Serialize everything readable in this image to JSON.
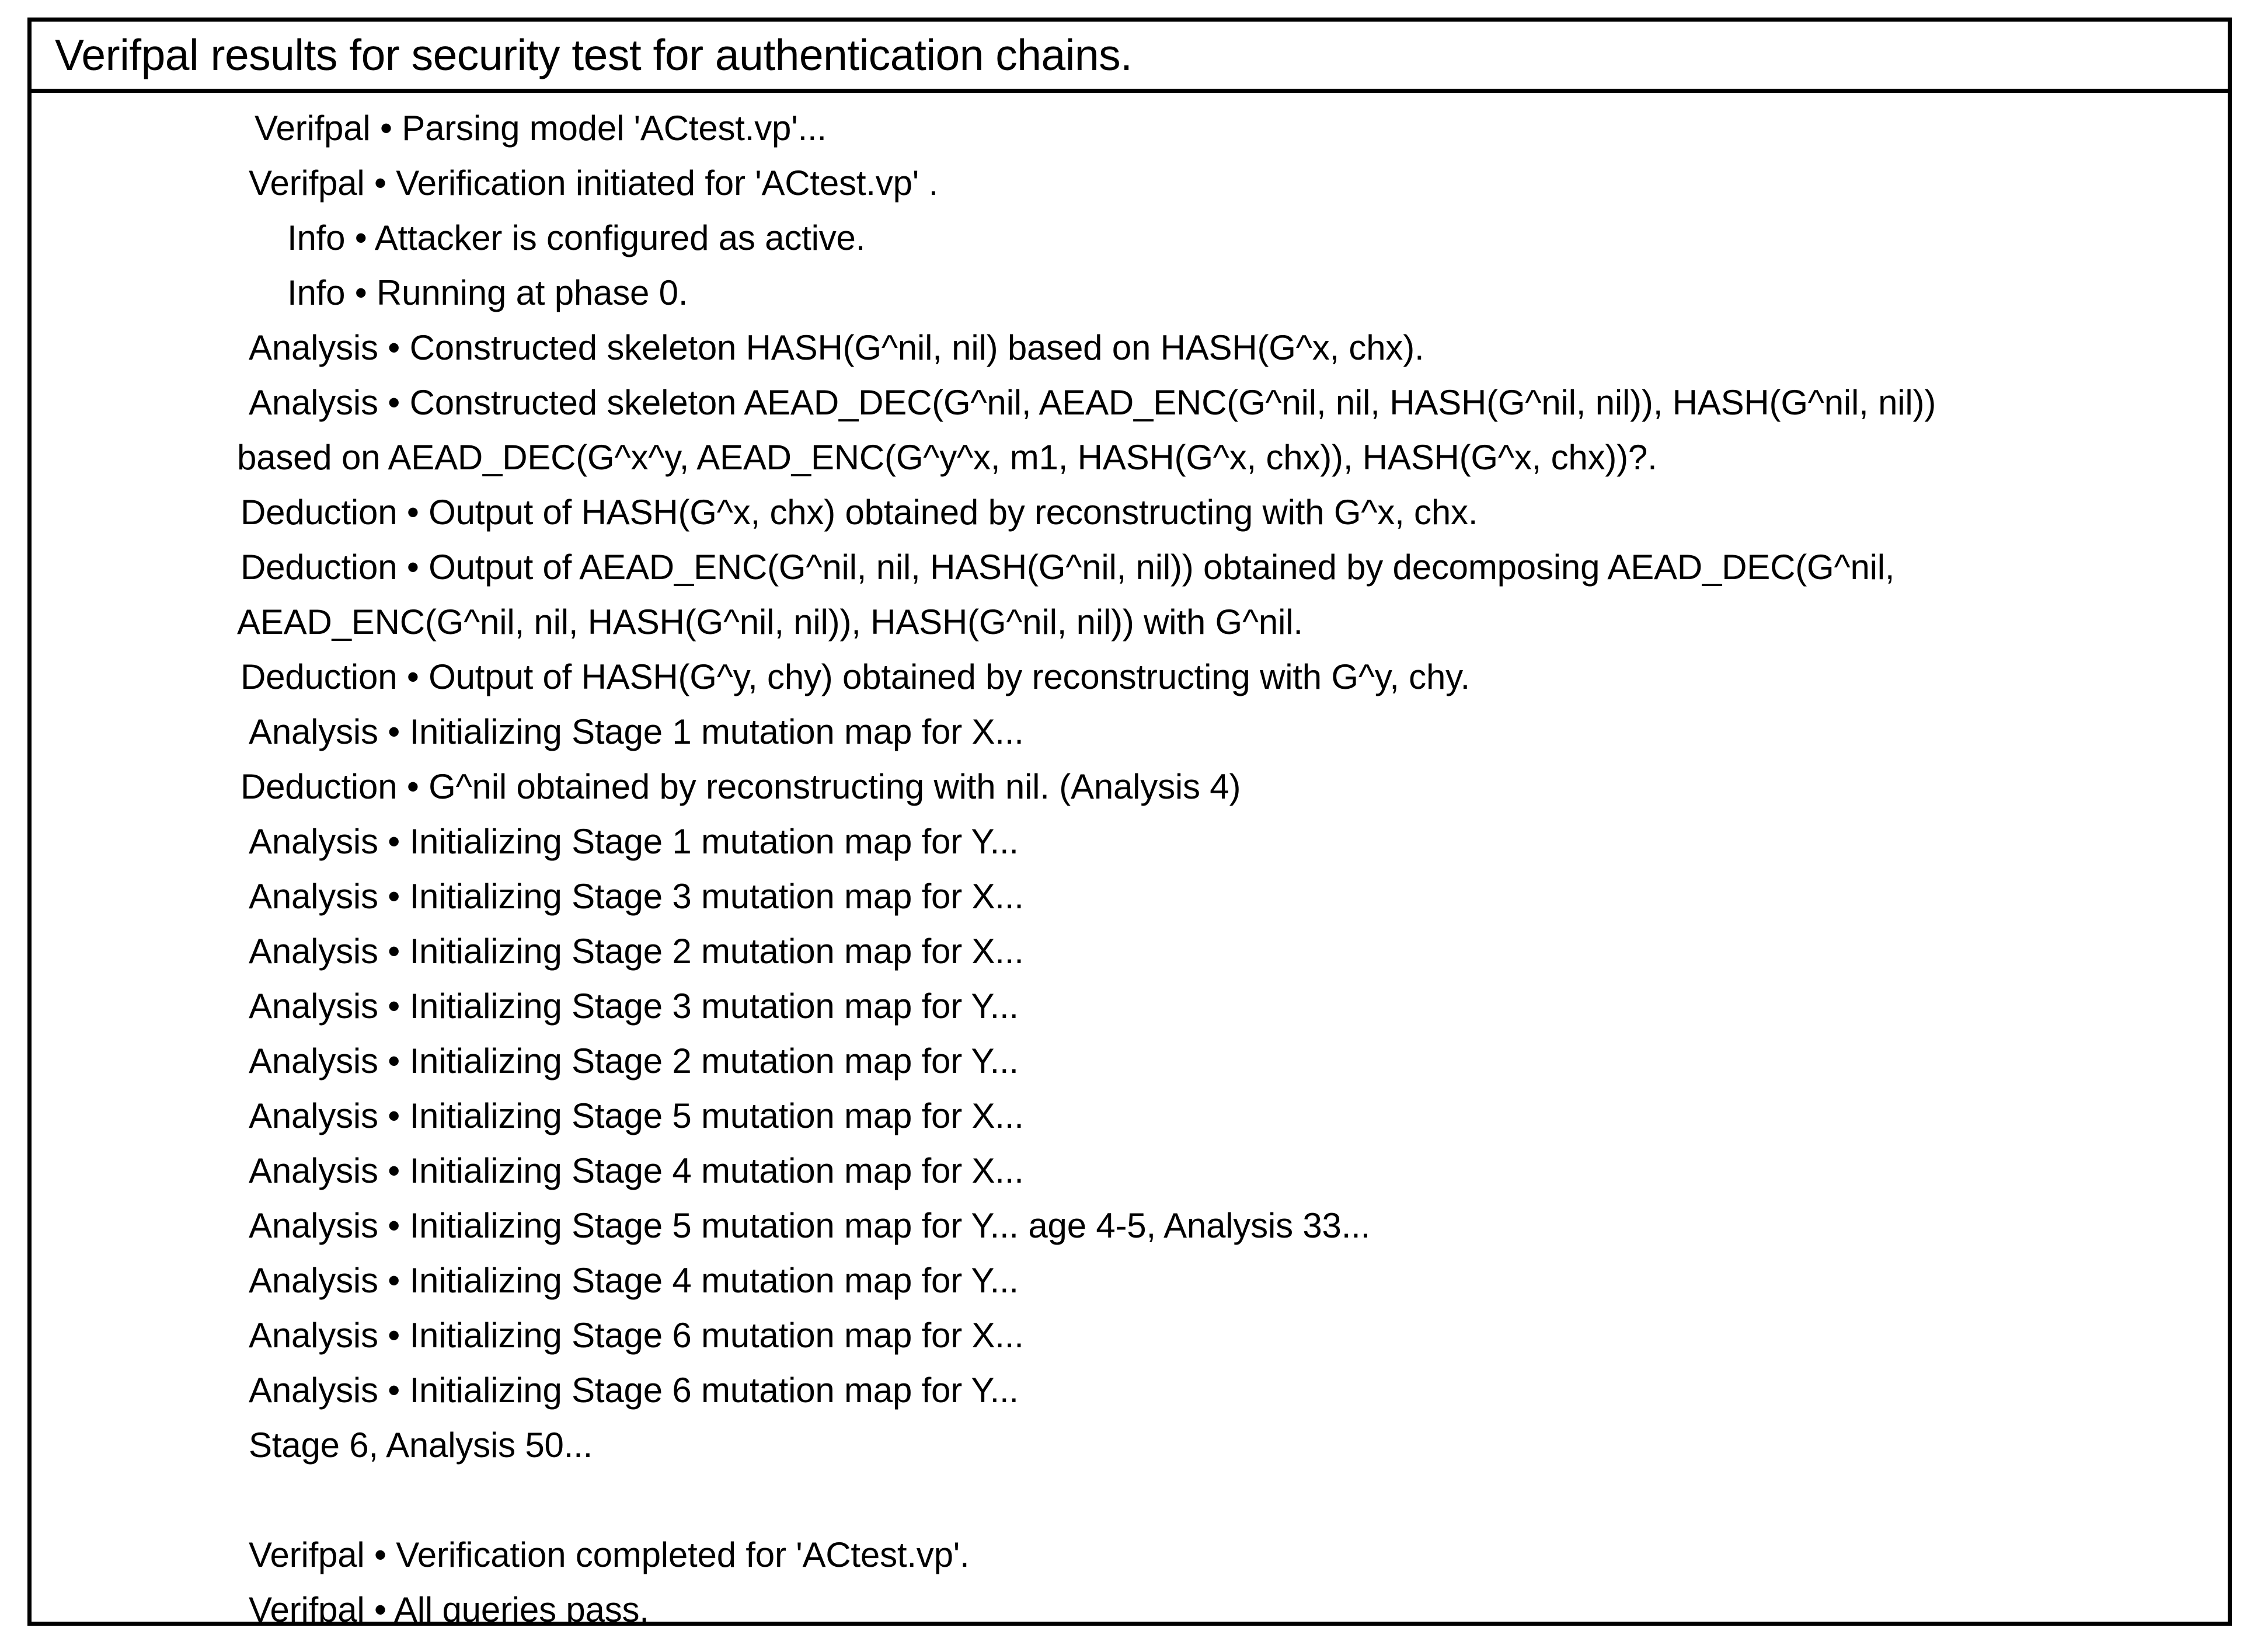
{
  "window": {
    "title": "Verifpal results for security test for authentication chains."
  },
  "console": {
    "lines": [
      {
        "text": "Verifpal • Parsing model 'ACtest.vp'...",
        "indent": 3
      },
      {
        "text": "Verifpal • Verification initiated for 'ACtest.vp' .",
        "indent": 2
      },
      {
        "text": "Info • Attacker is configured as active.",
        "indent": 4
      },
      {
        "text": "Info • Running at phase 0.",
        "indent": 4
      },
      {
        "text": "Analysis • Constructed skeleton HASH(G^nil, nil) based on HASH(G^x, chx).",
        "indent": 2
      },
      {
        "text": "Analysis • Constructed skeleton AEAD_DEC(G^nil, AEAD_ENC(G^nil, nil, HASH(G^nil, nil)), HASH(G^nil, nil))",
        "indent": 2
      },
      {
        "text": "based on AEAD_DEC(G^x^y, AEAD_ENC(G^y^x, m1, HASH(G^x, chx)), HASH(G^x, chx))?.",
        "indent": 0
      },
      {
        "text": "Deduction • Output of HASH(G^x, chx) obtained by reconstructing with G^x, chx.",
        "indent": 1
      },
      {
        "text": "Deduction • Output of AEAD_ENC(G^nil, nil, HASH(G^nil, nil)) obtained by decomposing AEAD_DEC(G^nil,",
        "indent": 1
      },
      {
        "text": "AEAD_ENC(G^nil, nil, HASH(G^nil, nil)), HASH(G^nil, nil)) with G^nil.",
        "indent": 0
      },
      {
        "text": "Deduction • Output of HASH(G^y, chy) obtained by reconstructing with G^y, chy.",
        "indent": 1
      },
      {
        "text": "Analysis • Initializing Stage 1 mutation map for X...",
        "indent": 2
      },
      {
        "text": "Deduction • G^nil obtained by reconstructing with nil. (Analysis 4)",
        "indent": 1
      },
      {
        "text": "Analysis • Initializing Stage 1 mutation map for Y...",
        "indent": 2
      },
      {
        "text": "Analysis • Initializing Stage 3 mutation map for X...",
        "indent": 2
      },
      {
        "text": "Analysis • Initializing Stage 2 mutation map for X...",
        "indent": 2
      },
      {
        "text": "Analysis • Initializing Stage 3 mutation map for Y...",
        "indent": 2
      },
      {
        "text": "Analysis • Initializing Stage 2 mutation map for Y...",
        "indent": 2
      },
      {
        "text": "Analysis • Initializing Stage 5 mutation map for X...",
        "indent": 2
      },
      {
        "text": "Analysis • Initializing Stage 4 mutation map for X...",
        "indent": 2
      },
      {
        "text": "Analysis • Initializing Stage 5 mutation map for Y... age 4-5, Analysis 33...",
        "indent": 2
      },
      {
        "text": "Analysis • Initializing Stage 4 mutation map for Y...",
        "indent": 2
      },
      {
        "text": "Analysis • Initializing Stage 6 mutation map for X...",
        "indent": 2
      },
      {
        "text": "Analysis • Initializing Stage 6 mutation map for Y...",
        "indent": 2
      },
      {
        "text": "Stage 6, Analysis 50...",
        "indent": 2
      },
      {
        "text": "",
        "indent": 2
      },
      {
        "text": "Verifpal • Verification completed for 'ACtest.vp'.",
        "indent": 2
      },
      {
        "text": "Verifpal • All queries pass.",
        "indent": 2
      }
    ]
  },
  "colors": {
    "background": "#ffffff",
    "text": "#000000",
    "border": "#000000"
  }
}
